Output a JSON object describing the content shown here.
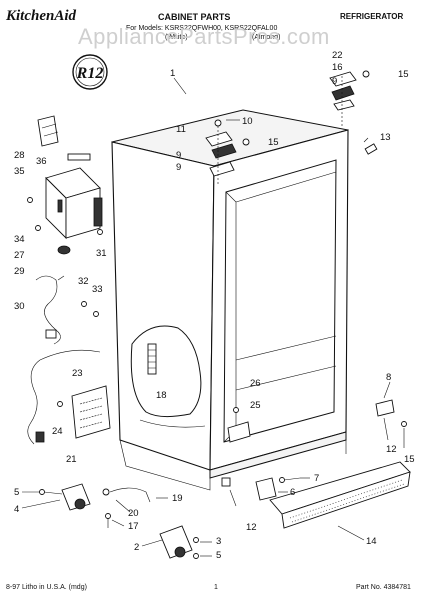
{
  "header": {
    "brand": "KitchenAid",
    "title": "CABINET PARTS",
    "category": "REFRIGERATOR",
    "models_line": "For Models: KSRS22QFWH00, KSRS22QFAL00",
    "color_white": "(White)",
    "color_almond": "(Almond)",
    "badge": "R12"
  },
  "watermark": "AppliancePartsPros.com",
  "callouts": [
    "1",
    "2",
    "3",
    "4",
    "5",
    "6",
    "7",
    "8",
    "9",
    "10",
    "11",
    "12",
    "13",
    "14",
    "15",
    "16",
    "17",
    "18",
    "19",
    "20",
    "21",
    "22",
    "23",
    "24",
    "25",
    "26",
    "27",
    "28",
    "29",
    "30",
    "31",
    "32",
    "33",
    "34",
    "35",
    "36"
  ],
  "footer": {
    "left": "8-97 Litho in U.S.A. (mdg)",
    "center": "1",
    "right": "Part No. 4384781"
  }
}
